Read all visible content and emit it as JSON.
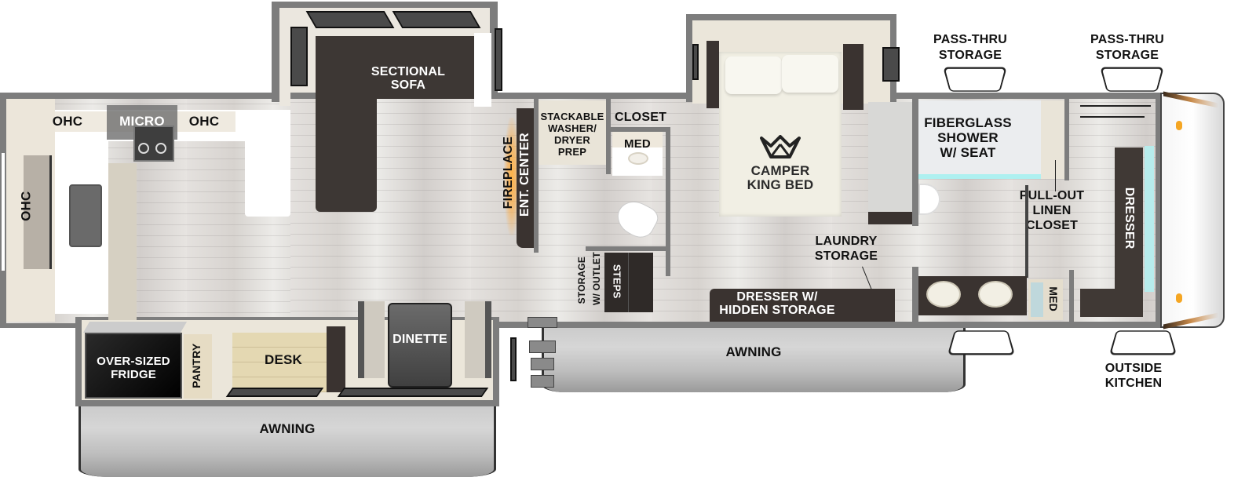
{
  "floorplan": {
    "colors": {
      "wall": "#7d7d7d",
      "floor": "#e0dcd8",
      "cabinet": "#e9e4d8",
      "dark_furniture": "#3a3330",
      "awning": "#c4c4c4",
      "shower_accent": "#aef0f0",
      "marker_lights": "#f5a623"
    },
    "kitchen": {
      "ohc_left": "OHC",
      "micro": "MICRO",
      "ohc_right": "OHC",
      "ohc_side": "OHC"
    },
    "living": {
      "sofa": [
        "SECTIONAL",
        "SOFA"
      ],
      "fireplace": "FIREPLACE",
      "ent_center": "ENT. CENTER"
    },
    "laundry_bath": {
      "washer": [
        "STACKABLE",
        "WASHER/",
        "DRYER",
        "PREP"
      ],
      "closet": "CLOSET",
      "med": "MED",
      "storage_outlet": [
        "STORAGE",
        "W/ OUTLET"
      ],
      "steps": "STEPS"
    },
    "bedroom": {
      "bed": [
        "CAMPER",
        "KING BED"
      ],
      "laundry_storage": [
        "LAUNDRY",
        "STORAGE"
      ],
      "dresser_hidden": [
        "DRESSER W/",
        "HIDDEN STORAGE"
      ]
    },
    "master_bath": {
      "shower": [
        "FIBERGLASS",
        "SHOWER",
        "W/ SEAT"
      ],
      "linen": [
        "PULL-OUT",
        "LINEN",
        "CLOSET"
      ],
      "med": "MED",
      "dresser": "DRESSER"
    },
    "exterior": {
      "pass_thru_1": [
        "PASS-THRU",
        "STORAGE"
      ],
      "pass_thru_2": [
        "PASS-THRU",
        "STORAGE"
      ],
      "outside_kitchen": [
        "OUTSIDE",
        "KITCHEN"
      ],
      "awning_front": "AWNING",
      "awning_rear": "AWNING"
    },
    "slide_bottom": {
      "fridge": [
        "OVER-SIZED",
        "FRIDGE"
      ],
      "pantry": "PANTRY",
      "desk": "DESK",
      "dinette": "DINETTE"
    }
  }
}
